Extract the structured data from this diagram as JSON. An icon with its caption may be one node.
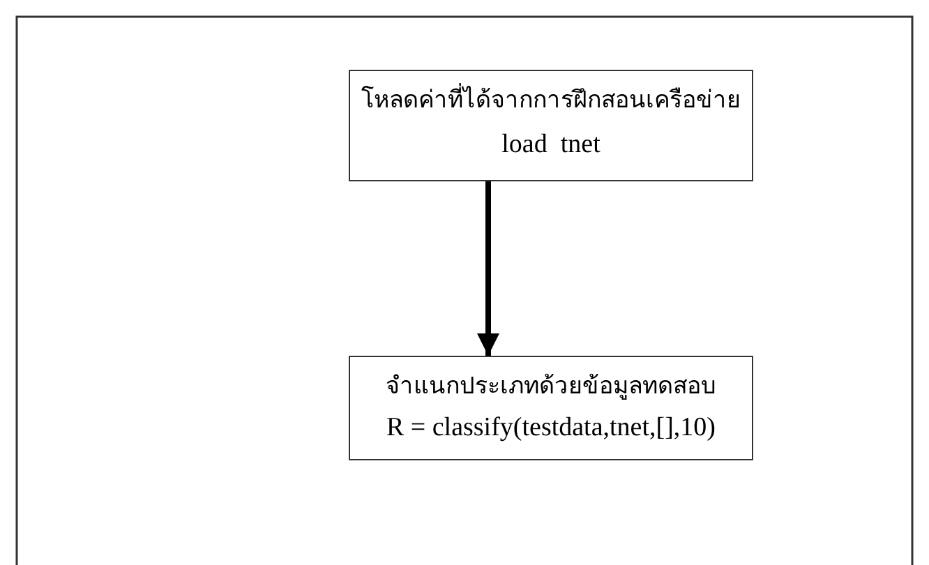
{
  "diagram": {
    "nodes": [
      {
        "text": [
          "โหลดค่าที่ได้จากการฝึกสอนเครือข่าย",
          "load  tnet"
        ]
      },
      {
        "text": [
          "จำแนกประเภทด้วยข้อมูลทดสอบ",
          "R = classify(testdata,tnet,[],10)"
        ]
      }
    ],
    "edges": [
      {
        "from": 0,
        "to": 1,
        "arrow": "to"
      }
    ]
  }
}
